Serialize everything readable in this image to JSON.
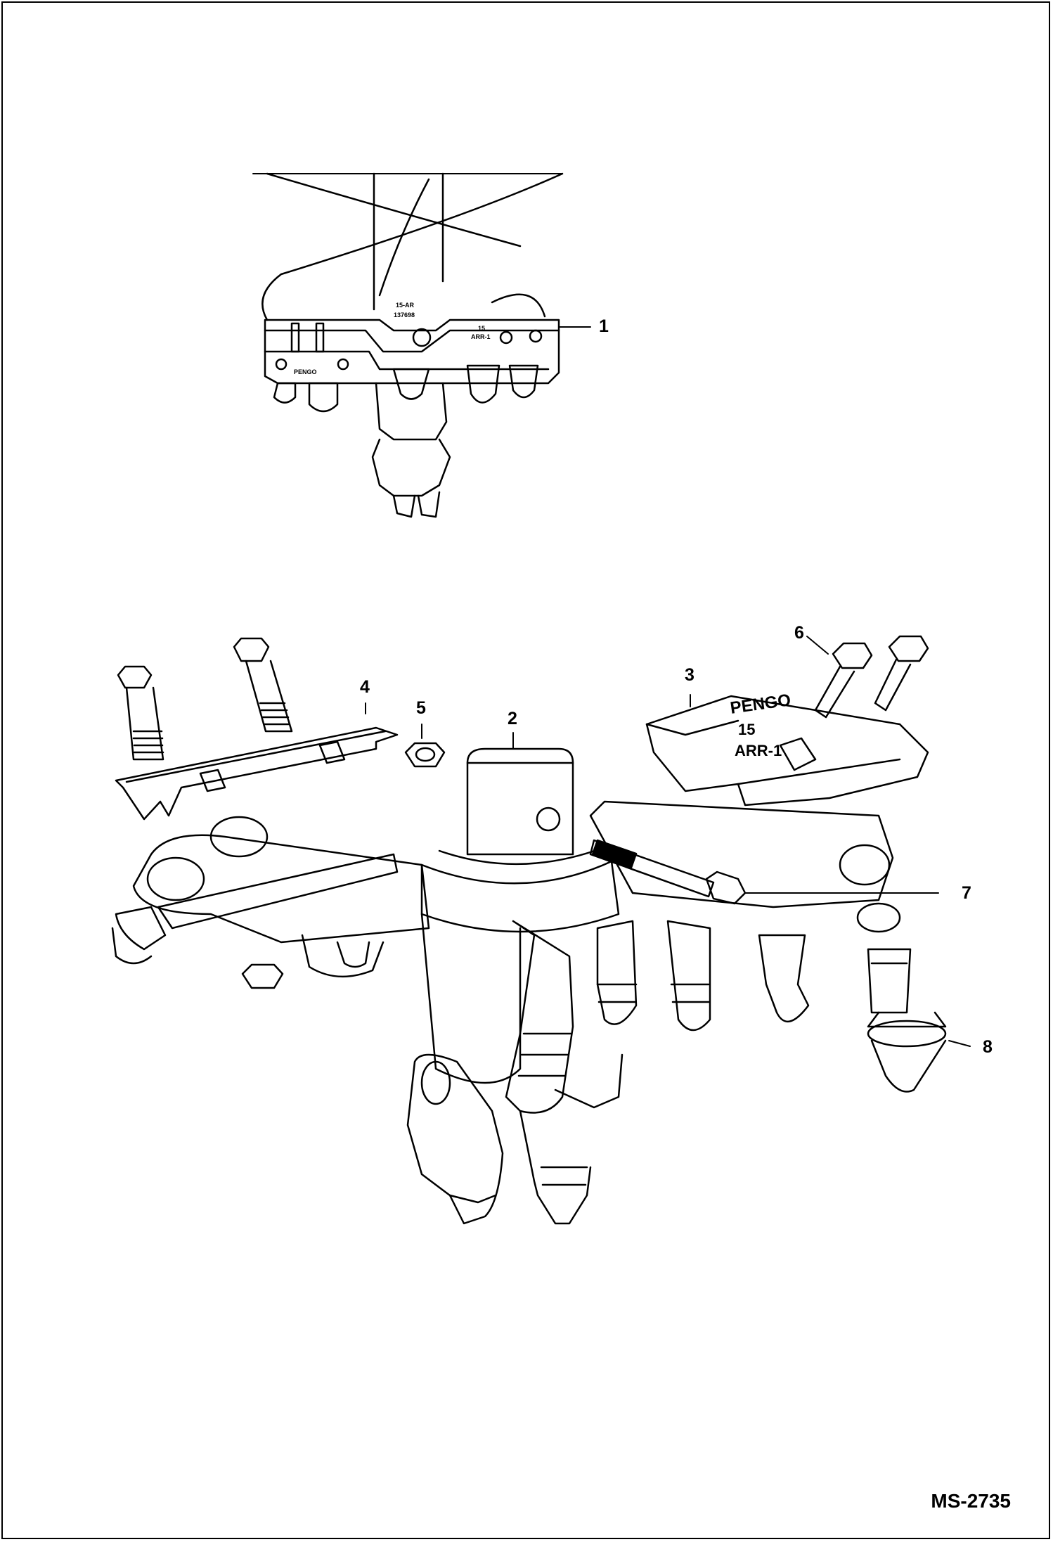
{
  "callouts": {
    "c1": "1",
    "c2": "2",
    "c3": "3",
    "c4": "4",
    "c5": "5",
    "c6": "6",
    "c7": "7",
    "c8": "8"
  },
  "stamp": {
    "top_left_line1": "15-AR",
    "top_left_line2": "137698",
    "top_right_line1": "15",
    "top_right_line2": "ARR-1",
    "top_plate": "PENGO",
    "tooth_line1": "15",
    "tooth_line2": "ARR-1",
    "tooth_brand": "PENGO"
  },
  "figure_id": "MS-2735"
}
